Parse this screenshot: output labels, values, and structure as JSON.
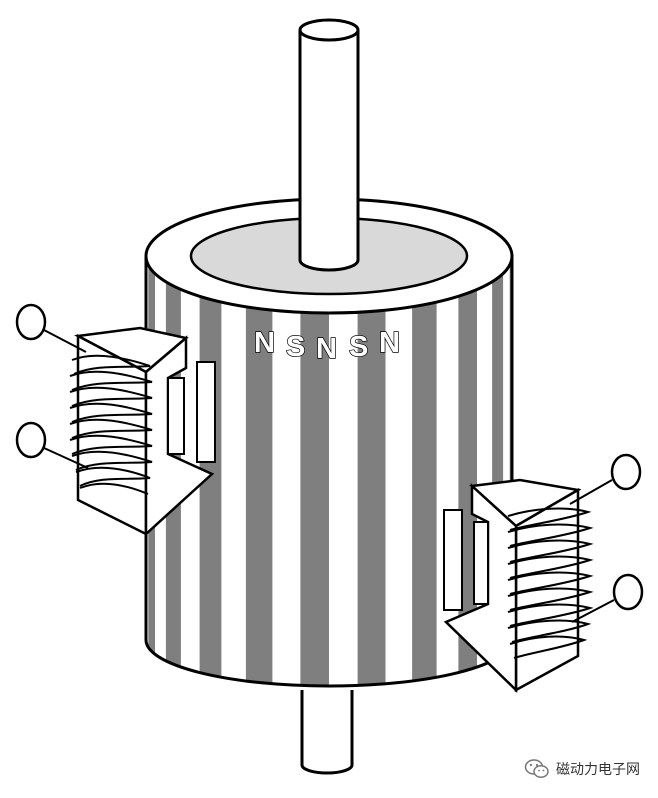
{
  "rotor": {
    "pole_labels": [
      "N",
      "S",
      "N",
      "S",
      "N"
    ]
  },
  "watermark": {
    "text": "磁动力电子网",
    "icon": "wechat-icon"
  },
  "colors": {
    "stripe_dark": "#7f7f7f",
    "stripe_light": "#ffffff",
    "top_face": "#d9d9d9",
    "outline": "#000000"
  }
}
